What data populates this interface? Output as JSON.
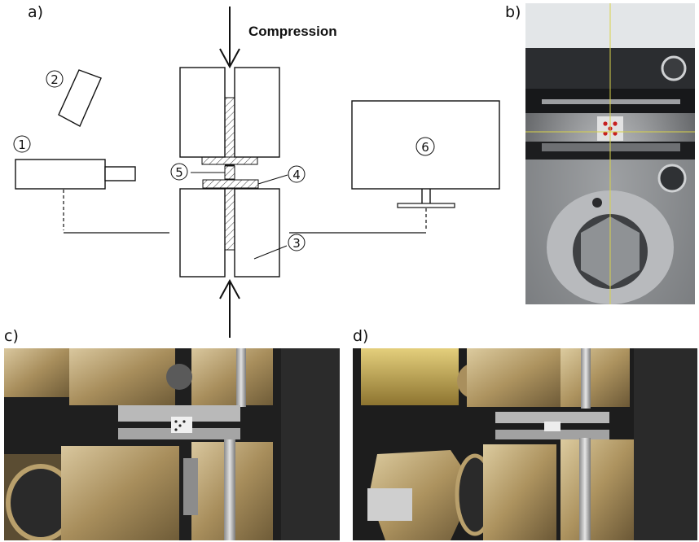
{
  "panels": {
    "a": "a)",
    "b": "b)",
    "c": "c)",
    "d": "d)"
  },
  "diagram": {
    "title": "Compression",
    "callouts": [
      "1",
      "2",
      "3",
      "4",
      "5",
      "6"
    ]
  },
  "colors": {
    "line": "#111111",
    "hatch": "#444444",
    "photo_gold": "#b39a68",
    "photo_dark": "#1e1e1e",
    "marker_red": "#c62020",
    "crosshair": "#d8d24a"
  }
}
